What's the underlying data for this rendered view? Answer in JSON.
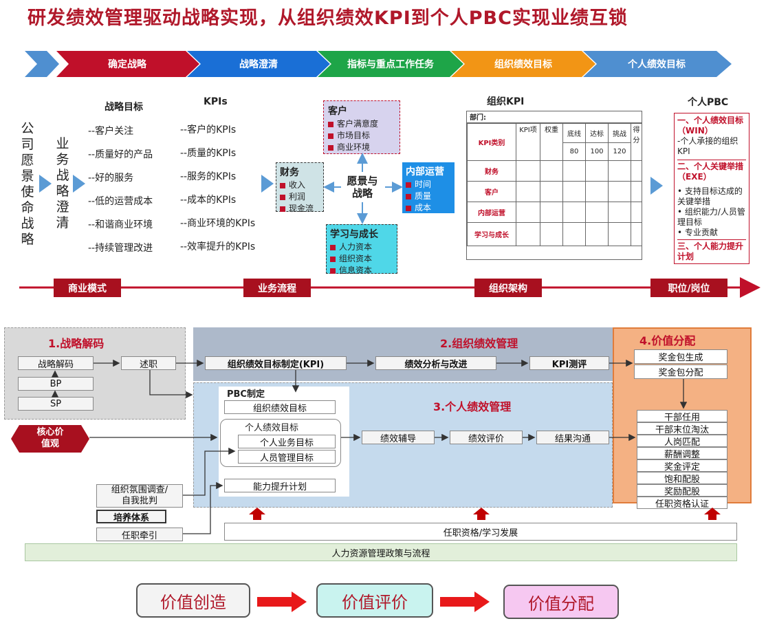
{
  "title": "研发绩效管理驱动战略实现，从组织绩效KPI到个人PBC实现业绩互锁",
  "chevrons": [
    "确定战略",
    "战略澄清",
    "指标与重点工作任务",
    "组织绩效目标",
    "个人绩效目标"
  ],
  "top": {
    "vision_vertical": "公司愿景使命战略",
    "clarify_vertical": "业务战略澄清",
    "strategy_goals": {
      "header": "战略目标",
      "items": [
        "--客户关注",
        "--质量好的产品",
        "--好的服务",
        "--低的运营成本",
        "--和谐商业环境",
        "--持续管理改进"
      ]
    },
    "kpis": {
      "header": "KPIs",
      "items": [
        "--客户的KPIs",
        "--质量的KPIs",
        "--服务的KPIs",
        "--成本的KPIs",
        "--商业环境的KPIs",
        "--效率提升的KPIs"
      ]
    },
    "bsc": {
      "center": "愿景与\n战略",
      "customer": {
        "title": "客户",
        "items": [
          "客户满意度",
          "市场目标",
          "商业环境"
        ]
      },
      "finance": {
        "title": "财务",
        "items": [
          "收入",
          "利润",
          "现金流"
        ]
      },
      "internal": {
        "title": "内部运营",
        "items": [
          "时间",
          "质量",
          "成本"
        ]
      },
      "learning": {
        "title": "学习与成长",
        "items": [
          "人力资本",
          "组织资本",
          "信息资本"
        ]
      }
    },
    "org_kpi": {
      "header": "组织KPI",
      "dept": "部门:",
      "col_headers": [
        "KPI类别",
        "KPI项",
        "权重",
        "底线",
        "达标",
        "挑战",
        "得分"
      ],
      "thresholds": [
        "80",
        "100",
        "120"
      ],
      "rows": [
        "财务",
        "客户",
        "内部运营",
        "学习与成长"
      ]
    },
    "pbc": {
      "header": "个人PBC",
      "s1_title": "一、个人绩效目标（WIN）",
      "s1_text": "-个人承接的组织KPI",
      "s2_title": "二、个人关键举措（EXE）",
      "s2_items": [
        "• 支持目标达成的关键举措",
        "• 组织能力/人员管理目标",
        "• 专业贡献"
      ],
      "s3_title": "三、个人能力提升计划"
    },
    "timeline": [
      "商业模式",
      "业务流程",
      "组织架构",
      "职位/岗位"
    ]
  },
  "bottom": {
    "sec1": {
      "title": "1.战略解码",
      "decode": "战略解码",
      "report": "述职",
      "bp": "BP",
      "sp": "SP"
    },
    "core_values": "核心价\n值观",
    "sec2": {
      "title": "2.组织绩效管理",
      "steps": [
        "组织绩效目标制定(KPI)",
        "绩效分析与改进",
        "KPI测评"
      ]
    },
    "sec3": {
      "title": "3.个人绩效管理",
      "pbc_label": "PBC制定",
      "org_goal": "组织绩效目标",
      "personal_goal": "个人绩效目标",
      "biz_goal": "个人业务目标",
      "staff_goal": "人员管理目标",
      "ability": "能力提升计划",
      "steps": [
        "绩效辅导",
        "绩效评价",
        "结果沟通"
      ]
    },
    "sec4": {
      "title": "4.价值分配",
      "bonus": [
        "奖金包生成",
        "奖金包分配"
      ],
      "apps": [
        "干部任用",
        "干部末位淘汰",
        "人岗匹配",
        "薪酬调整",
        "奖金评定",
        "饱和配股",
        "奖励配股",
        "任职资格认证"
      ]
    },
    "left_inputs": [
      "组织氛围调查/\n自我批判",
      "培养体系",
      "任职牵引"
    ],
    "qualification": "任职资格/学习发展",
    "hr_policy": "人力资源管理政策与流程"
  },
  "flow": [
    "价值创造",
    "价值评价",
    "价值分配"
  ]
}
